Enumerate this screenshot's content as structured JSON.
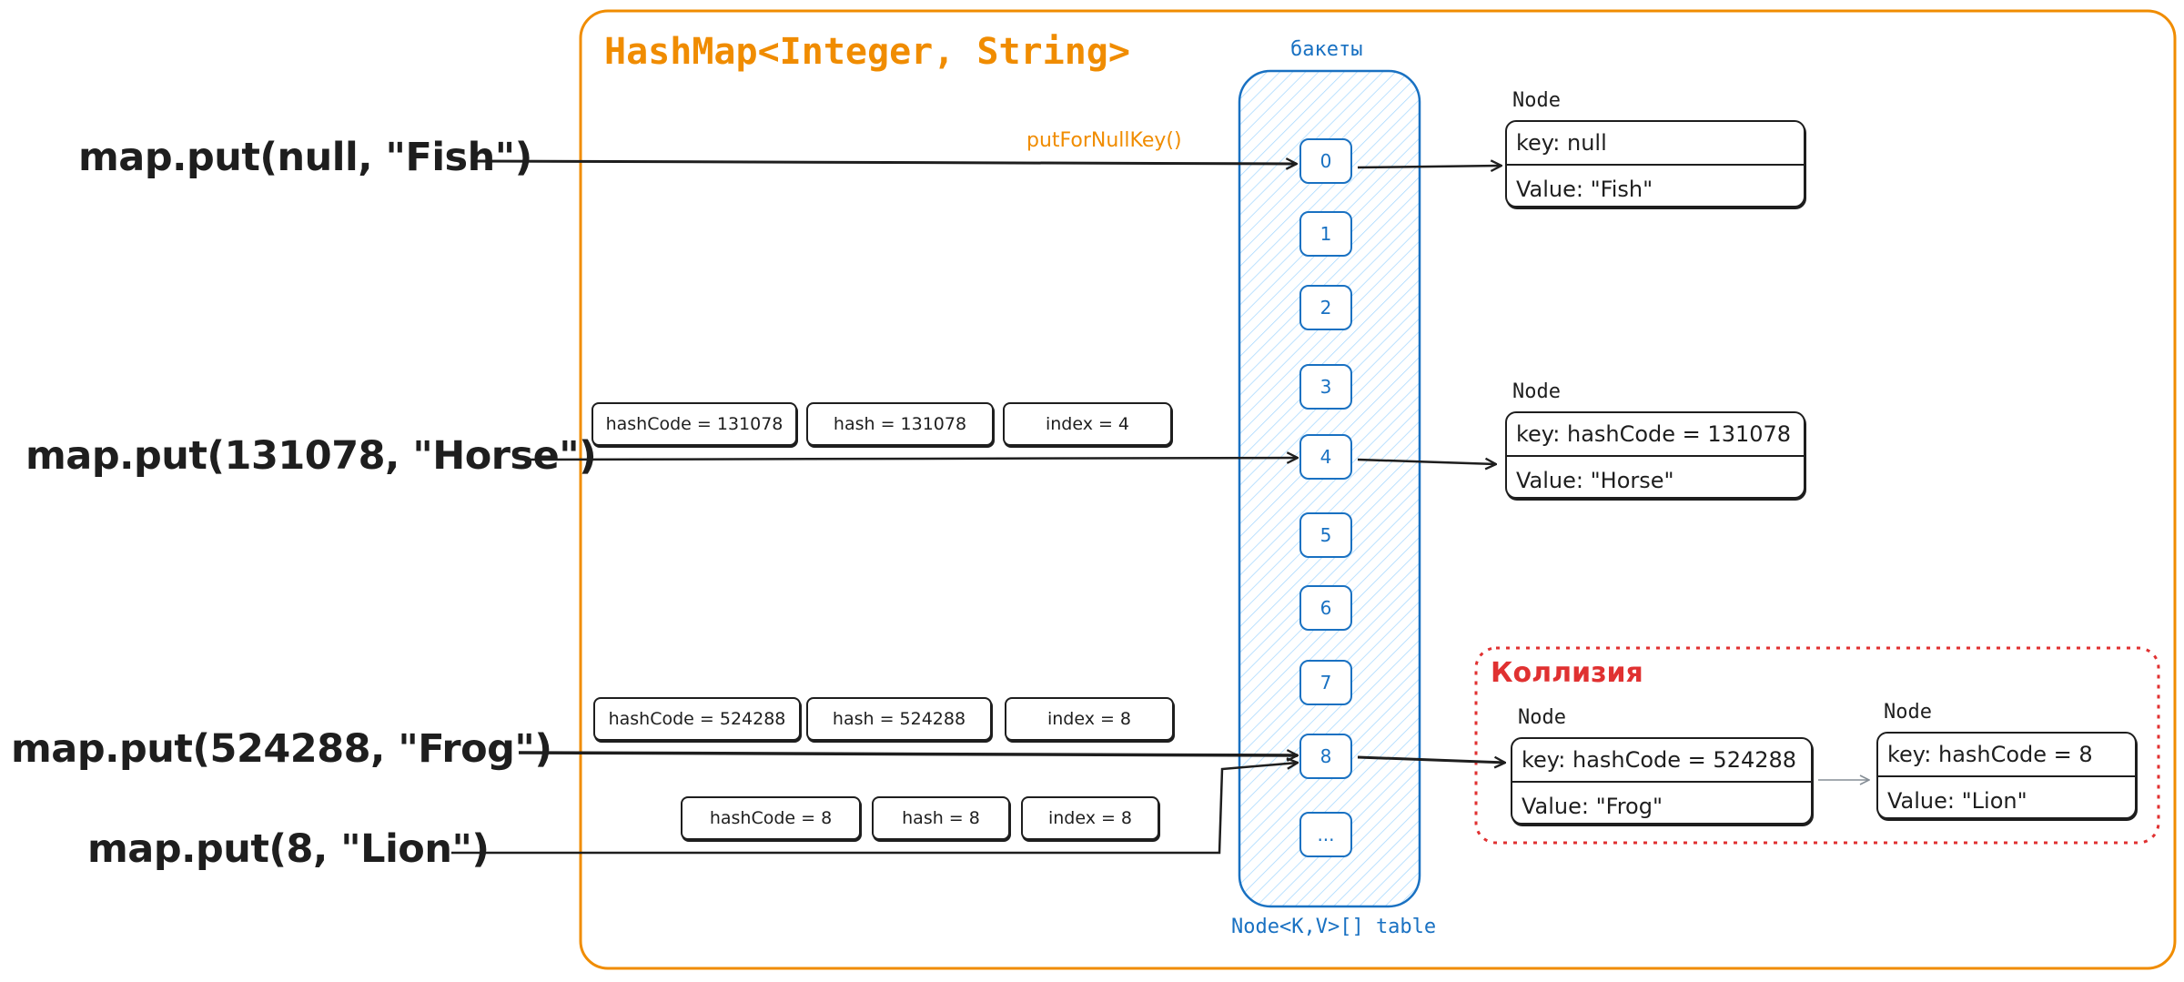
{
  "title": "HashMap<Integer, String>",
  "buckets_label": "бакеты",
  "table_label": "Node<K,V>[] table",
  "null_key_label": "putForNullKey()",
  "collision_label": "Коллизия",
  "calls": [
    "map.put(null, \"Fish\")",
    "map.put(131078, \"Horse\")",
    "map.put(524288, \"Frog\")",
    "map.put(8, \"Lion\")"
  ],
  "buckets": [
    "0",
    "1",
    "2",
    "3",
    "4",
    "5",
    "6",
    "7",
    "8",
    "..."
  ],
  "steps": {
    "horse": [
      "hashCode = 131078",
      "hash = 131078",
      "index = 4"
    ],
    "frog": [
      "hashCode = 524288",
      "hash = 524288",
      "index = 8"
    ],
    "lion": [
      "hashCode = 8",
      "hash = 8",
      "index = 8"
    ]
  },
  "nodes": [
    {
      "label": "Node",
      "key": "key: null",
      "value": "Value:  \"Fish\""
    },
    {
      "label": "Node",
      "key": "key: hashCode = 131078",
      "value": "Value:  \"Horse\""
    },
    {
      "label": "Node",
      "key": "key: hashCode = 524288",
      "value": "Value:  \"Frog\""
    },
    {
      "label": "Node",
      "key": "key: hashCode = 8",
      "value": "Value:  \"Lion\""
    }
  ],
  "colors": {
    "container": "#f08c00",
    "bucket": "#1971c2",
    "collision": "#e03131",
    "ink": "#1e1e1e"
  }
}
